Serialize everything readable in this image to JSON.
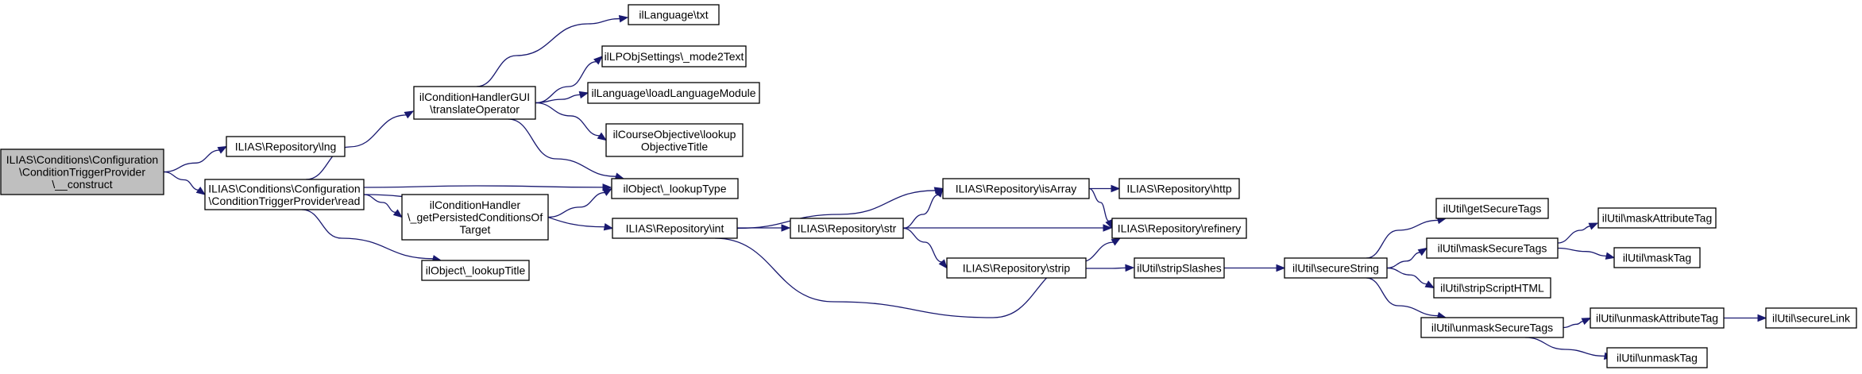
{
  "diagram": {
    "type": "call-graph",
    "colors": {
      "edge": "#191970",
      "root_fill": "#bfbfbf",
      "node_fill": "#ffffff",
      "node_border": "#000000"
    },
    "nodes": [
      {
        "id": "construct",
        "lines": [
          "ILIAS\\Conditions\\Configuration",
          "\\ConditionTriggerProvider",
          "\\__construct"
        ],
        "root": true
      },
      {
        "id": "lng",
        "lines": [
          "ILIAS\\Repository\\lng"
        ]
      },
      {
        "id": "read",
        "lines": [
          "ILIAS\\Conditions\\Configuration",
          "\\ConditionTriggerProvider\\read"
        ]
      },
      {
        "id": "translateOperator",
        "lines": [
          "ilConditionHandlerGUI",
          "\\translateOperator"
        ]
      },
      {
        "id": "getPersisted",
        "lines": [
          "ilConditionHandler",
          "\\_getPersistedConditionsOf",
          "Target"
        ]
      },
      {
        "id": "lookupTitle",
        "lines": [
          "ilObject\\_lookupTitle"
        ]
      },
      {
        "id": "txt",
        "lines": [
          "ilLanguage\\txt"
        ]
      },
      {
        "id": "mode2Text",
        "lines": [
          "ilLPObjSettings\\_mode2Text"
        ]
      },
      {
        "id": "loadLanguageModule",
        "lines": [
          "ilLanguage\\loadLanguageModule"
        ]
      },
      {
        "id": "lookupObjectiveTitle",
        "lines": [
          "ilCourseObjective\\lookup",
          "ObjectiveTitle"
        ]
      },
      {
        "id": "lookupType",
        "lines": [
          "ilObject\\_lookupType"
        ]
      },
      {
        "id": "int",
        "lines": [
          "ILIAS\\Repository\\int"
        ]
      },
      {
        "id": "isArray",
        "lines": [
          "ILIAS\\Repository\\isArray"
        ]
      },
      {
        "id": "str",
        "lines": [
          "ILIAS\\Repository\\str"
        ]
      },
      {
        "id": "strip",
        "lines": [
          "ILIAS\\Repository\\strip"
        ]
      },
      {
        "id": "http",
        "lines": [
          "ILIAS\\Repository\\http"
        ]
      },
      {
        "id": "refinery",
        "lines": [
          "ILIAS\\Repository\\refinery"
        ]
      },
      {
        "id": "stripSlashes",
        "lines": [
          "ilUtil\\stripSlashes"
        ]
      },
      {
        "id": "secureString",
        "lines": [
          "ilUtil\\secureString"
        ]
      },
      {
        "id": "getSecureTags",
        "lines": [
          "ilUtil\\getSecureTags"
        ]
      },
      {
        "id": "maskSecureTags",
        "lines": [
          "ilUtil\\maskSecureTags"
        ]
      },
      {
        "id": "stripScriptHTML",
        "lines": [
          "ilUtil\\stripScriptHTML"
        ]
      },
      {
        "id": "unmaskSecureTags",
        "lines": [
          "ilUtil\\unmaskSecureTags"
        ]
      },
      {
        "id": "maskAttributeTag",
        "lines": [
          "ilUtil\\maskAttributeTag"
        ]
      },
      {
        "id": "maskTag",
        "lines": [
          "ilUtil\\maskTag"
        ]
      },
      {
        "id": "unmaskAttributeTag",
        "lines": [
          "ilUtil\\unmaskAttributeTag"
        ]
      },
      {
        "id": "unmaskTag",
        "lines": [
          "ilUtil\\unmaskTag"
        ]
      },
      {
        "id": "secureLink",
        "lines": [
          "ilUtil\\secureLink"
        ]
      }
    ],
    "edges": [
      {
        "from": "construct",
        "to": "lng"
      },
      {
        "from": "construct",
        "to": "read"
      },
      {
        "from": "read",
        "to": "translateOperator"
      },
      {
        "from": "read",
        "to": "lookupType"
      },
      {
        "from": "read",
        "to": "getPersisted"
      },
      {
        "from": "read",
        "to": "int"
      },
      {
        "from": "read",
        "to": "lookupTitle"
      },
      {
        "from": "translateOperator",
        "to": "txt"
      },
      {
        "from": "translateOperator",
        "to": "mode2Text"
      },
      {
        "from": "translateOperator",
        "to": "loadLanguageModule"
      },
      {
        "from": "translateOperator",
        "to": "lookupObjectiveTitle"
      },
      {
        "from": "translateOperator",
        "to": "lookupType"
      },
      {
        "from": "getPersisted",
        "to": "lookupType"
      },
      {
        "from": "int",
        "to": "isArray"
      },
      {
        "from": "int",
        "to": "str"
      },
      {
        "from": "int",
        "to": "refinery"
      },
      {
        "from": "str",
        "to": "isArray"
      },
      {
        "from": "str",
        "to": "refinery"
      },
      {
        "from": "str",
        "to": "strip"
      },
      {
        "from": "isArray",
        "to": "http"
      },
      {
        "from": "isArray",
        "to": "refinery"
      },
      {
        "from": "strip",
        "to": "stripSlashes"
      },
      {
        "from": "stripSlashes",
        "to": "secureString"
      },
      {
        "from": "secureString",
        "to": "getSecureTags"
      },
      {
        "from": "secureString",
        "to": "maskSecureTags"
      },
      {
        "from": "secureString",
        "to": "stripScriptHTML"
      },
      {
        "from": "secureString",
        "to": "unmaskSecureTags"
      },
      {
        "from": "maskSecureTags",
        "to": "maskAttributeTag"
      },
      {
        "from": "maskSecureTags",
        "to": "maskTag"
      },
      {
        "from": "unmaskSecureTags",
        "to": "unmaskAttributeTag"
      },
      {
        "from": "unmaskSecureTags",
        "to": "unmaskTag"
      },
      {
        "from": "unmaskAttributeTag",
        "to": "secureLink"
      }
    ]
  }
}
